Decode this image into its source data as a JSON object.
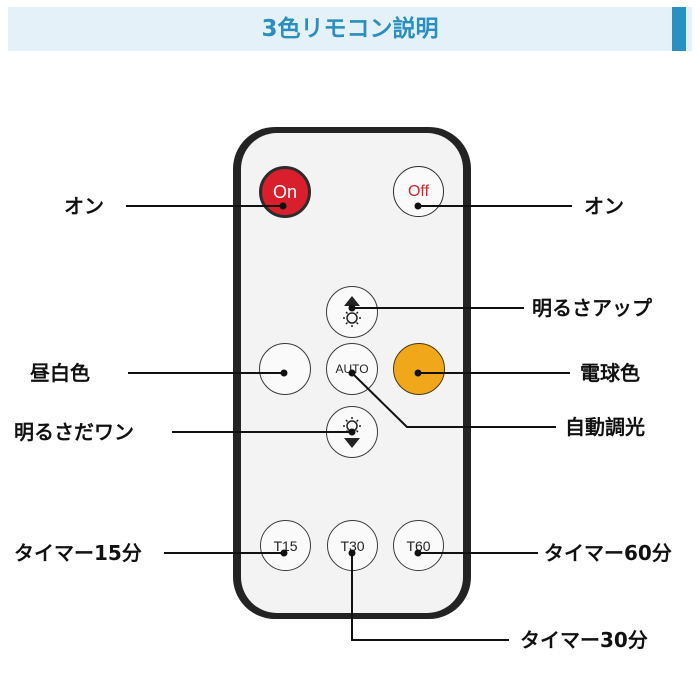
{
  "banner": {
    "title": "3色リモコン説明",
    "accent_color": "#2a8ebf"
  },
  "remote": {
    "buttons": {
      "on": "On",
      "off": "Off",
      "auto": "AUTO",
      "t15": "T15",
      "t30": "T30",
      "t60": "T60",
      "brightness_up_icon": "sun-arrow-up-icon",
      "brightness_down_icon": "sun-arrow-down-icon"
    },
    "colors": {
      "on": "#d81f2b",
      "warm": "#f0a81a",
      "body": "#232323"
    }
  },
  "labels": {
    "on_left": "オン",
    "off_right": "オン",
    "brighten": "明るさアップ",
    "daylight": "昼白色",
    "warm": "電球色",
    "dim": "明るさだワン",
    "auto": "自動調光",
    "timer15": "タイマー15分",
    "timer60": "タイマー60分",
    "timer30": "タイマー30分"
  }
}
